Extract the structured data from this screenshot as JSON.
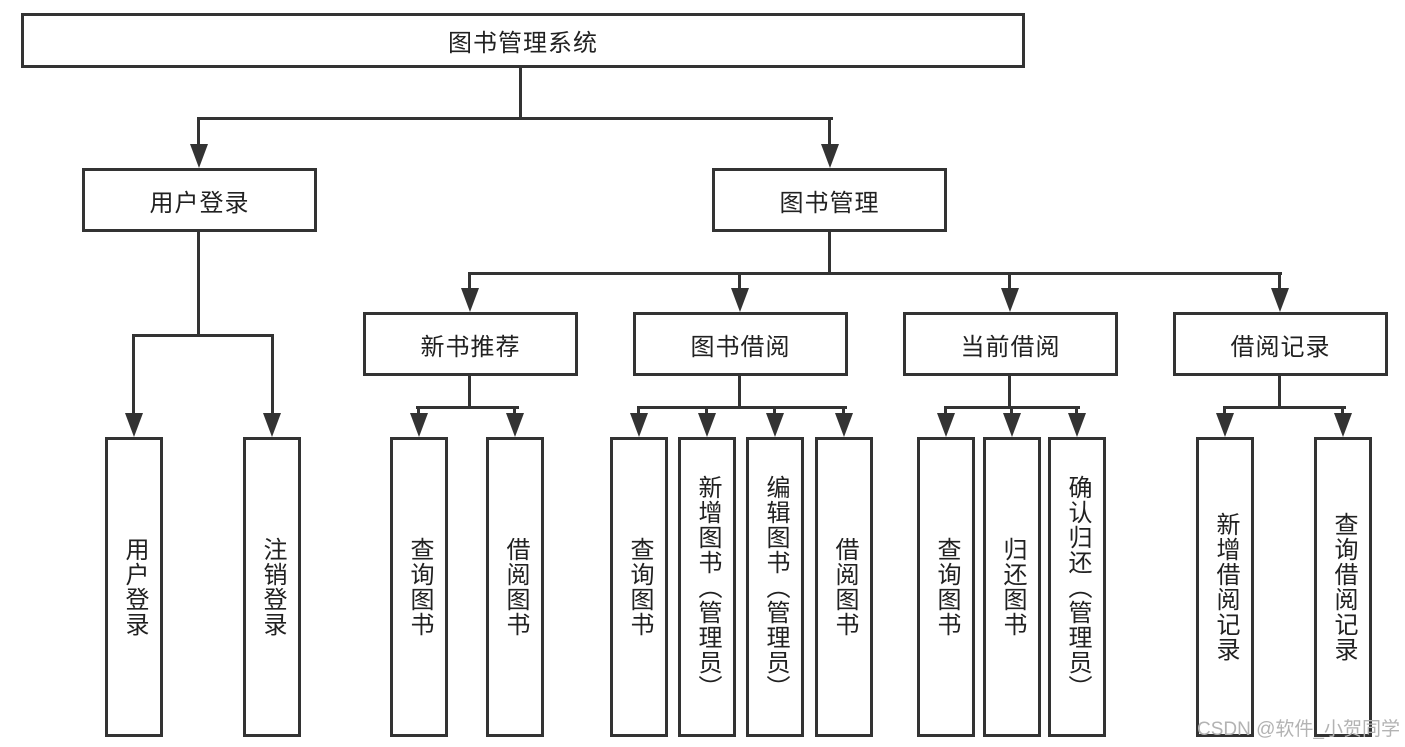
{
  "tree": {
    "label": "图书管理系统",
    "children": [
      {
        "label": "用户登录",
        "children": [
          {
            "label": "用户登录"
          },
          {
            "label": "注销登录"
          }
        ]
      },
      {
        "label": "图书管理",
        "children": [
          {
            "label": "新书推荐",
            "children": [
              {
                "label": "查询图书"
              },
              {
                "label": "借阅图书"
              }
            ]
          },
          {
            "label": "图书借阅",
            "children": [
              {
                "label": "查询图书"
              },
              {
                "label": "新增图书（管理员）"
              },
              {
                "label": "编辑图书（管理员）"
              },
              {
                "label": "借阅图书"
              }
            ]
          },
          {
            "label": "当前借阅",
            "children": [
              {
                "label": "查询图书"
              },
              {
                "label": "归还图书"
              },
              {
                "label": "确认归还（管理员）"
              }
            ]
          },
          {
            "label": "借阅记录",
            "children": [
              {
                "label": "新增借阅记录"
              },
              {
                "label": "查询借阅记录"
              }
            ]
          }
        ]
      }
    ]
  },
  "watermark": {
    "text": "CSDN @软件_小贺同学"
  },
  "colors": {
    "line": "#333333",
    "text": "#212121",
    "watermark": "#b3b3b3",
    "background": "#ffffff"
  }
}
